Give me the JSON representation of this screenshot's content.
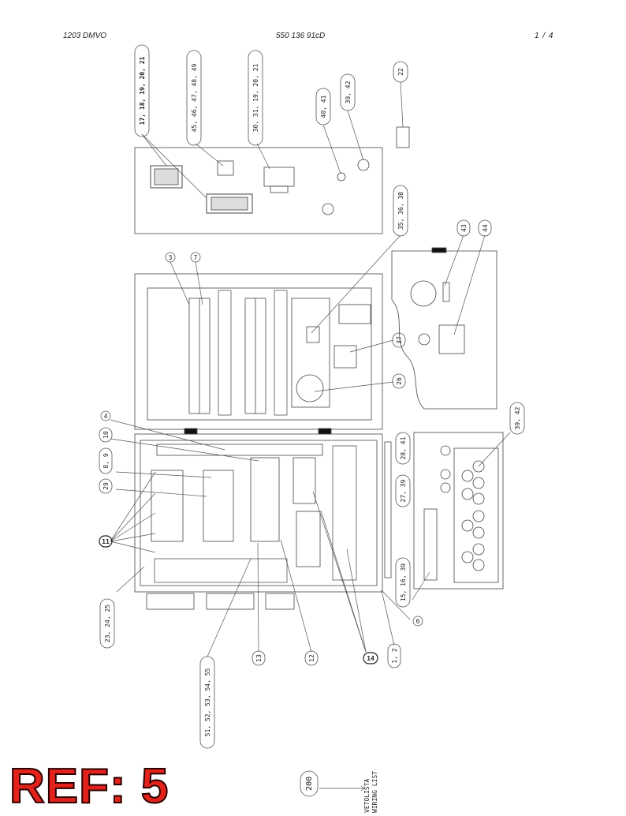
{
  "header": {
    "model": "1203 DMVO",
    "doc_number": "550 136 91cD",
    "page": "1 /  4"
  },
  "callouts": {
    "c1": "17, 18, 19, 20, 21",
    "c2": "45, 46, 47, 48, 49",
    "c3": "30, 31, 19, 20, 21",
    "c4": "40, 41",
    "c5": "39, 42",
    "c6": "22",
    "c7": "35, 36, 38",
    "c8": "43",
    "c9": "44",
    "c10": "3",
    "c11": "7",
    "c12": "37",
    "c13": "26",
    "c14": "4",
    "c15": "10",
    "c16": "8, 9",
    "c17": "29",
    "c18": "11",
    "c19": "28, 41",
    "c20": "27, 39",
    "c21": "39, 42",
    "c22": "23, 24, 25",
    "c23": "15, 16, 39",
    "c24": "6",
    "c25": "51, 52, 53, 54, 55",
    "c26": "13",
    "c27": "12",
    "c28": "14",
    "c29": "1, 2",
    "c30": "200"
  },
  "wiring": {
    "line1": "VETOLISTA",
    "line2": "WIRING LIST"
  },
  "stamp": "REF: 5"
}
